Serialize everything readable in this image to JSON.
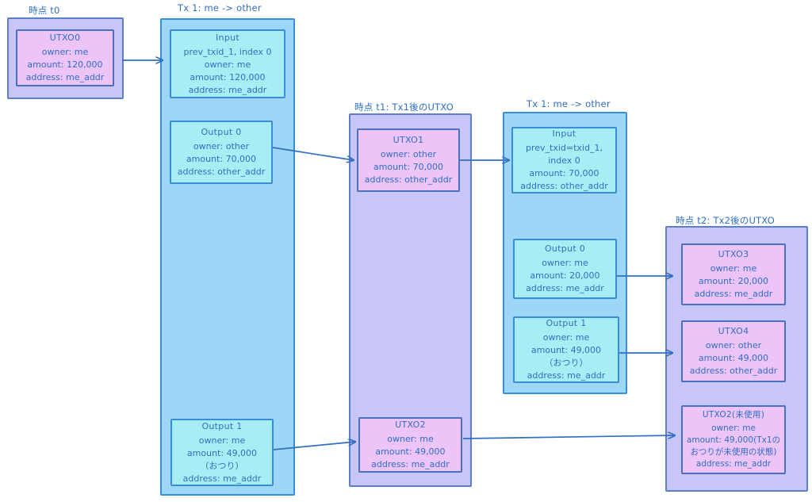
{
  "diagram": {
    "title": "UTXO transaction flow",
    "colors": {
      "purple_fill": "#c8c5f7",
      "purple_border": "#5d7ec9",
      "blue_fill": "#9ed6f7",
      "blue_border": "#3a8ed5",
      "pink_fill": "#edc4f8",
      "pink_border": "#4d6fc0",
      "cyan_fill": "#a7eef4",
      "cyan_border": "#3a8ed5",
      "text": "#2f6fc4",
      "arrow": "#2f6fc4",
      "background": "#ffffff"
    },
    "groups": {
      "t0": {
        "label": "時点 t0"
      },
      "tx1": {
        "label": "Tx 1: me -> other"
      },
      "t1": {
        "label": "時点 t1: Tx1後のUTXO"
      },
      "tx2": {
        "label": "Tx 1: me -> other"
      },
      "t2": {
        "label": "時点 t2: Tx2後のUTXO"
      }
    },
    "nodes": {
      "utxo0": {
        "title": "UTXO0",
        "lines": [
          "owner: me",
          "amount: 120,000",
          "address: me_addr"
        ]
      },
      "tx1_input": {
        "title": "Input",
        "lines": [
          "prev_txid_1, index 0",
          "owner: me",
          "amount: 120,000",
          "address: me_addr"
        ]
      },
      "tx1_output0": {
        "title": "Output 0",
        "lines": [
          "owner: other",
          "amount: 70,000",
          "address: other_addr"
        ]
      },
      "tx1_output1": {
        "title": "Output 1",
        "lines": [
          "owner: me",
          "amount: 49,000",
          "（おつり）",
          "address: me_addr"
        ]
      },
      "utxo1": {
        "title": "UTXO1",
        "lines": [
          "owner: other",
          "amount: 70,000",
          "address: other_addr"
        ]
      },
      "utxo2": {
        "title": "UTXO2",
        "lines": [
          "owner: me",
          "amount: 49,000",
          "address: me_addr"
        ]
      },
      "tx2_input": {
        "title": "Input",
        "lines": [
          "prev_txid=txid_1,",
          "index 0",
          "amount: 70,000",
          "address: other_addr"
        ]
      },
      "tx2_output0": {
        "title": "Output 0",
        "lines": [
          "owner: me",
          "amount: 20,000",
          "address: me_addr"
        ]
      },
      "tx2_output1": {
        "title": "Output 1",
        "lines": [
          "owner: me",
          "amount: 49,000",
          "（おつり）",
          "address: me_addr"
        ]
      },
      "utxo3": {
        "title": "UTXO3",
        "lines": [
          "owner: me",
          "amount: 20,000",
          "address: me_addr"
        ]
      },
      "utxo4": {
        "title": "UTXO4",
        "lines": [
          "owner: other",
          "amount: 49,000",
          "address: other_addr"
        ]
      },
      "utxo2_unused": {
        "title": "UTXO2(未使用)",
        "lines": [
          "owner: me",
          "amount: 49,000(Tx1の",
          "おつりが未使用の状態)",
          "address: me_addr"
        ]
      }
    },
    "edges": [
      {
        "name": "utxo0-to-tx1-input"
      },
      {
        "name": "tx1-output0-to-utxo1"
      },
      {
        "name": "utxo1-to-tx2-input"
      },
      {
        "name": "tx2-output0-to-utxo3"
      },
      {
        "name": "tx2-output1-to-utxo4"
      },
      {
        "name": "tx1-output1-to-utxo2"
      },
      {
        "name": "utxo2-to-utxo2-unused"
      }
    ]
  }
}
